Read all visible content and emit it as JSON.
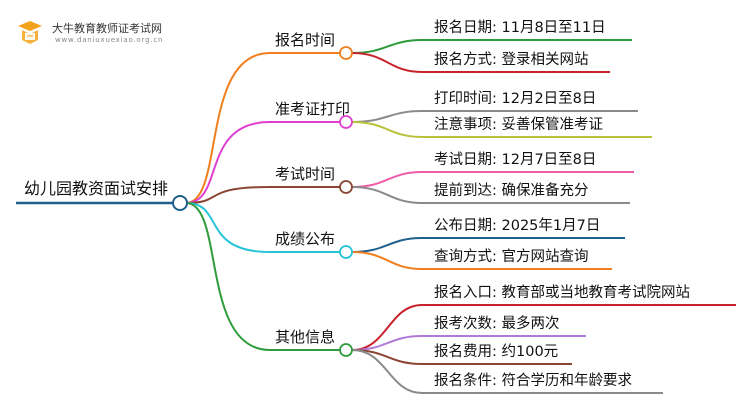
{
  "brand": {
    "title": "大牛教育教师证考试网",
    "url": "www.daniuxuexiao.org.cn"
  },
  "root": {
    "label": "幼儿园教资面试安排",
    "color": "#1f5f8b"
  },
  "branches": [
    {
      "label": "报名时间",
      "color": "#f07f1f",
      "leaves": [
        {
          "text": "报名日期: 11月8日至11日",
          "color": "#2e9c3c"
        },
        {
          "text": "报名方式: 登录相关网站",
          "color": "#c8232c"
        }
      ]
    },
    {
      "label": "准考证打印",
      "color": "#e040d0",
      "leaves": [
        {
          "text": "打印时间: 12月2日至8日",
          "color": "#8a8a8a"
        },
        {
          "text": "注意事项: 妥善保管准考证",
          "color": "#b8c23a"
        }
      ]
    },
    {
      "label": "考试时间",
      "color": "#8b4533",
      "leaves": [
        {
          "text": "考试日期: 12月7日至8日",
          "color": "#ee5ca8"
        },
        {
          "text": "提前到达: 确保准备充分",
          "color": "#8a8a8a"
        }
      ]
    },
    {
      "label": "成绩公布",
      "color": "#26c4d8",
      "leaves": [
        {
          "text": "公布日期: 2025年1月7日",
          "color": "#1f5f8b"
        },
        {
          "text": "查询方式: 官方网站查询",
          "color": "#f07f1f"
        }
      ]
    },
    {
      "label": "其他信息",
      "color": "#2e9c3c",
      "leaves": [
        {
          "text": "报名入口: 教育部或当地教育考试院网站",
          "color": "#c8232c"
        },
        {
          "text": "报考次数: 最多两次",
          "color": "#b07ad8"
        },
        {
          "text": "报名费用: 约100元",
          "color": "#8b4533"
        },
        {
          "text": "报名条件: 符合学历和年龄要求",
          "color": "#8a8a8a"
        }
      ]
    }
  ]
}
